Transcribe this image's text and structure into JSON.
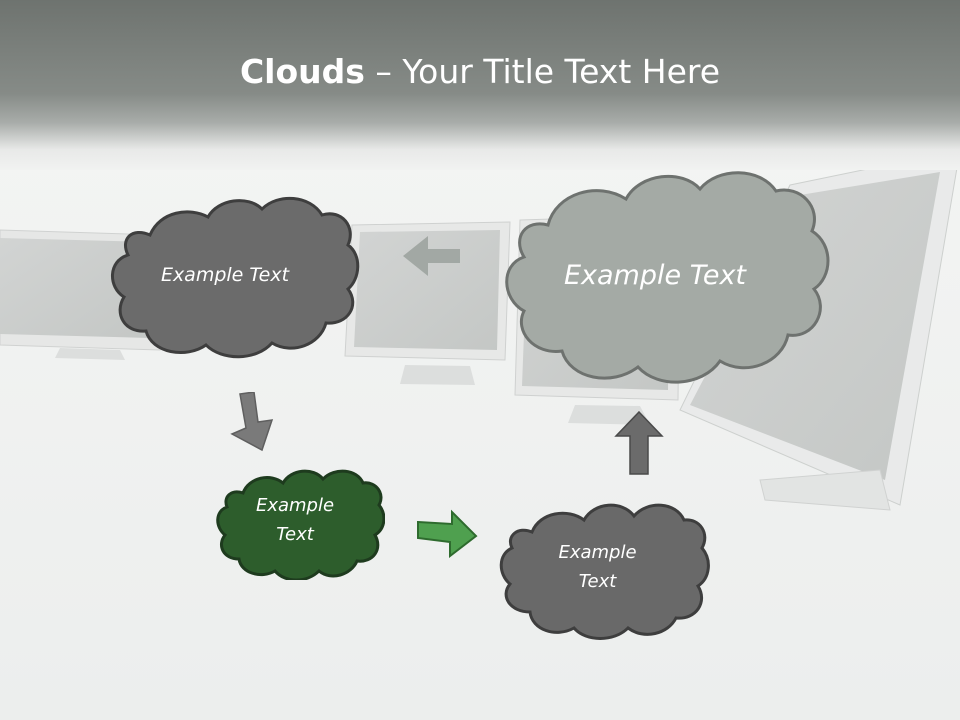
{
  "title": {
    "bold": "Clouds",
    "separator": " – ",
    "rest": "Your Title Text Here"
  },
  "clouds": [
    {
      "text": "Example Text",
      "fill": "#6b6b6b",
      "stroke": "#3e3e3e"
    },
    {
      "text": "Example Text",
      "fill": "#a4aaa5",
      "stroke": "#6e726f"
    },
    {
      "text": "Example\nText",
      "fill": "#2d5d2c",
      "stroke": "#1e3b1e"
    },
    {
      "text": "Example\nText",
      "fill": "#696969",
      "stroke": "#3e3e3e"
    }
  ],
  "arrows": {
    "down": "#7a7a7a",
    "right": "#4fa04f",
    "up": "#6b6b6b",
    "background": "#9aa19c"
  }
}
